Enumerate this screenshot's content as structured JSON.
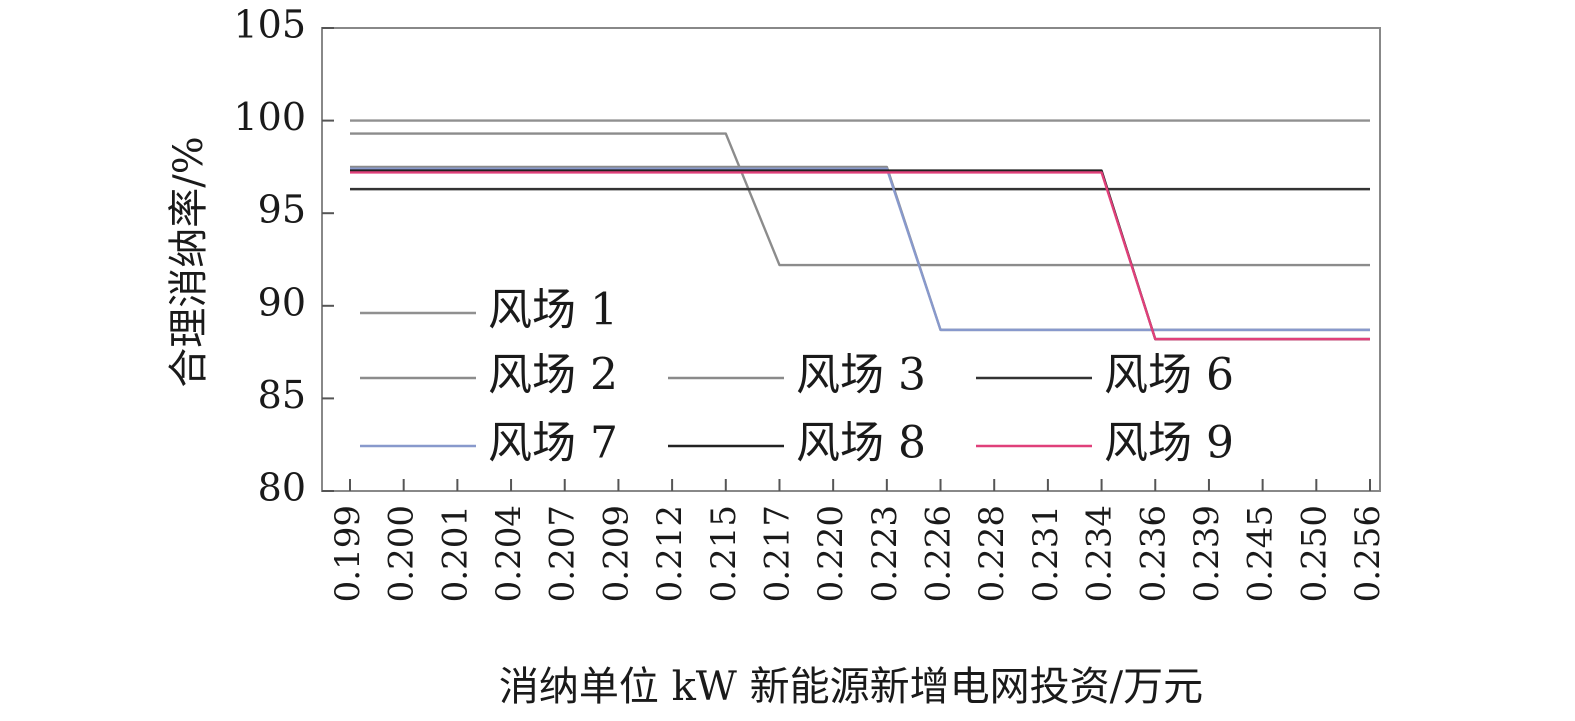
{
  "chart_data": {
    "type": "line",
    "xlabel": "消纳单位 kW 新能源新增电网投资/万元",
    "ylabel": "合理消纳率/%",
    "ylim": [
      80,
      105
    ],
    "yticks": [
      80,
      85,
      90,
      95,
      100,
      105
    ],
    "categories": [
      "0.199",
      "0.200",
      "0.201",
      "0.204",
      "0.207",
      "0.209",
      "0.212",
      "0.215",
      "0.217",
      "0.220",
      "0.223",
      "0.226",
      "0.228",
      "0.231",
      "0.234",
      "0.236",
      "0.239",
      "0.245",
      "0.250",
      "0.256"
    ],
    "grid": false,
    "legend": "inside-left",
    "series": [
      {
        "name": "风场 1",
        "color": "#909090",
        "values": [
          100,
          100,
          100,
          100,
          100,
          100,
          100,
          100,
          100,
          100,
          100,
          100,
          100,
          100,
          100,
          100,
          100,
          100,
          100,
          100
        ]
      },
      {
        "name": "风场 2",
        "color": "#8c8c8c",
        "values": [
          99.3,
          99.3,
          99.3,
          99.3,
          99.3,
          99.3,
          99.3,
          99.3,
          92.2,
          92.2,
          92.2,
          92.2,
          92.2,
          92.2,
          92.2,
          92.2,
          92.2,
          92.2,
          92.2,
          92.2
        ]
      },
      {
        "name": "风场 3",
        "color": "#8a8a8a",
        "values": [
          97.5,
          97.5,
          97.5,
          97.5,
          97.5,
          97.5,
          97.5,
          97.5,
          97.5,
          97.5,
          97.5,
          88.7,
          88.7,
          88.7,
          88.7,
          88.7,
          88.7,
          88.7,
          88.7,
          88.7
        ]
      },
      {
        "name": "风场 6",
        "color": "#333333",
        "values": [
          96.3,
          96.3,
          96.3,
          96.3,
          96.3,
          96.3,
          96.3,
          96.3,
          96.3,
          96.3,
          96.3,
          96.3,
          96.3,
          96.3,
          96.3,
          96.3,
          96.3,
          96.3,
          96.3,
          96.3
        ]
      },
      {
        "name": "风场 7",
        "color": "#8899cc",
        "values": [
          97.4,
          97.4,
          97.4,
          97.4,
          97.4,
          97.4,
          97.4,
          97.4,
          97.4,
          97.4,
          97.4,
          88.7,
          88.7,
          88.7,
          88.7,
          88.7,
          88.7,
          88.7,
          88.7,
          88.7
        ]
      },
      {
        "name": "风场 8",
        "color": "#222222",
        "values": [
          97.3,
          97.3,
          97.3,
          97.3,
          97.3,
          97.3,
          97.3,
          97.3,
          97.3,
          97.3,
          97.3,
          97.3,
          97.3,
          97.3,
          97.3,
          88.2,
          88.2,
          88.2,
          88.2,
          88.2
        ]
      },
      {
        "name": "风场 9",
        "color": "#e0407a",
        "values": [
          97.2,
          97.2,
          97.2,
          97.2,
          97.2,
          97.2,
          97.2,
          97.2,
          97.2,
          97.2,
          97.2,
          97.2,
          97.2,
          97.2,
          97.2,
          88.2,
          88.2,
          88.2,
          88.2,
          88.2
        ]
      }
    ]
  }
}
